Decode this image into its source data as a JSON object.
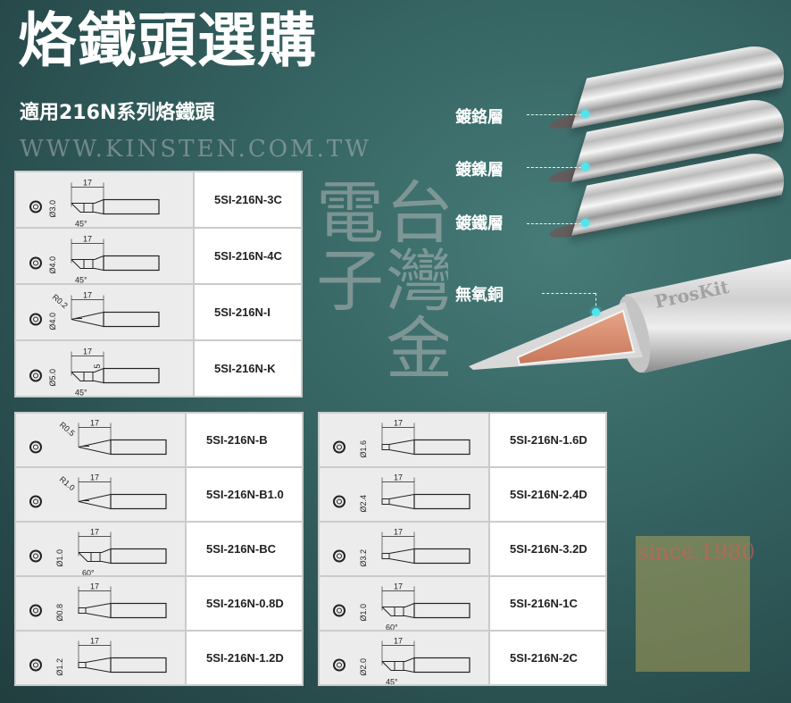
{
  "header": {
    "title": "烙鐵頭選購",
    "subtitle": "適用216N系列烙鐵頭"
  },
  "layers": [
    {
      "label": "鍍鉻層"
    },
    {
      "label": "鍍鎳層"
    },
    {
      "label": "鍍鐵層"
    },
    {
      "label": "無氧銅"
    }
  ],
  "colors": {
    "accent": "#4ee6ee",
    "copper": "#d98a6c"
  },
  "watermark": {
    "since": "since.1980",
    "company": "台灣金電子",
    "site": "WWW.KINSTEN.COM.TW",
    "brand": "ProsKit"
  },
  "length_label": "17",
  "tables": [
    {
      "rows": [
        {
          "model": "5SI-216N-3C",
          "dia": "Ø3.0",
          "extra": "45°",
          "type": "C"
        },
        {
          "model": "5SI-216N-4C",
          "dia": "Ø4.0",
          "extra": "45°",
          "type": "C"
        },
        {
          "model": "5SI-216N-I",
          "dia": "Ø4.0",
          "extra": "R0.2",
          "type": "I"
        },
        {
          "model": "5SI-216N-K",
          "dia": "Ø5.0",
          "extra": "45°",
          "side": "5",
          "type": "K"
        }
      ]
    },
    {
      "rows": [
        {
          "model": "5SI-216N-B",
          "dia": "",
          "extra": "R0.5",
          "type": "B"
        },
        {
          "model": "5SI-216N-B1.0",
          "dia": "",
          "extra": "R1.0",
          "type": "B"
        },
        {
          "model": "5SI-216N-BC",
          "dia": "Ø1.0",
          "extra": "60°",
          "type": "C"
        },
        {
          "model": "5SI-216N-0.8D",
          "dia": "Ø0.8",
          "extra": "",
          "type": "D"
        },
        {
          "model": "5SI-216N-1.2D",
          "dia": "Ø1.2",
          "extra": "",
          "type": "D"
        }
      ]
    },
    {
      "rows": [
        {
          "model": "5SI-216N-1.6D",
          "dia": "Ø1.6",
          "extra": "",
          "type": "D"
        },
        {
          "model": "5SI-216N-2.4D",
          "dia": "Ø2.4",
          "extra": "",
          "type": "D"
        },
        {
          "model": "5SI-216N-3.2D",
          "dia": "Ø3.2",
          "extra": "",
          "type": "D"
        },
        {
          "model": "5SI-216N-1C",
          "dia": "Ø1.0",
          "extra": "60°",
          "type": "C"
        },
        {
          "model": "5SI-216N-2C",
          "dia": "Ø2.0",
          "extra": "45°",
          "type": "C"
        }
      ]
    }
  ]
}
